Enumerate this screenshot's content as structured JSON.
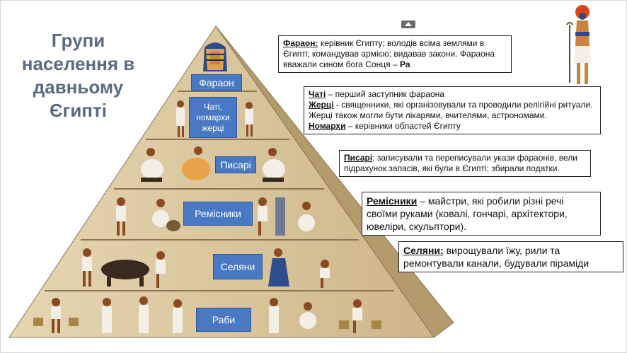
{
  "slide": {
    "title_line1": "Групи",
    "title_line2": "населення в",
    "title_line3": "давньому",
    "title_line4": "Єгипті"
  },
  "pyramid_labels": {
    "pharaoh": "Фараон",
    "chati_line1": "Чаті,",
    "chati_line2": "номархи",
    "chati_line3": "жерці",
    "scribes": "Писарі",
    "artisans": "Ремісники",
    "peasants": "Селяни",
    "slaves": "Раби"
  },
  "info": {
    "pharaoh": {
      "key": "Фараон:",
      "text": " керівник Єгипту; володів всіма землями в Єгипті; командував армією; видавав закони. Фараона вважали сином бога Сонця – ",
      "bold_end": "Ра"
    },
    "chati": {
      "key": "Чаті",
      "text": " – перший заступник фараона"
    },
    "priests": {
      "key": "Жерці",
      "text": " -  священники, які організовували та проводили релігійні ритуали. Жерці також могли бути лікарями, вчителями, астрономами."
    },
    "nomarchs": {
      "key": "Номархи",
      "text": " – керівники областей Єгипту"
    },
    "scribes": {
      "key": "Писарі",
      "text": ": записували та переписували укази фараонів, вели підрахунок запасів, які були в Єгипті; збирали податки."
    },
    "artisans": {
      "key": "Ремісники",
      "text": " – майстри, які робили різні речі своїми руками (ковалі, гончарі, архітектори, ювеліри, скульптори)."
    },
    "peasants": {
      "key": "Селяни:",
      "text": " вирощували їжу, рили та ремонтували канали, будували піраміди"
    }
  },
  "colors": {
    "label_fill": "#4a79c4",
    "stone": "#dcc9a3",
    "title": "#5b6a83"
  }
}
